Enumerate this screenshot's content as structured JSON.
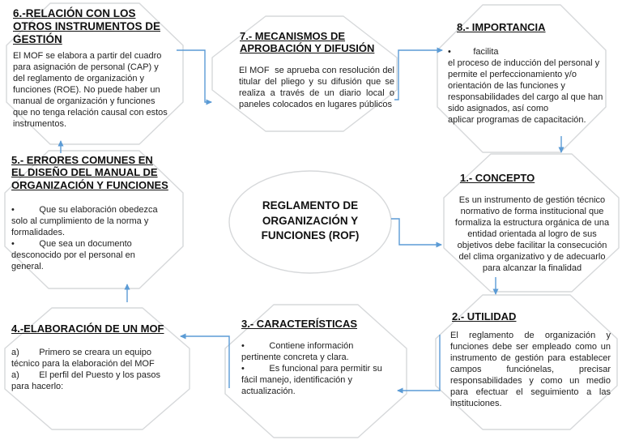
{
  "colors": {
    "arrow": "#5b9bd5",
    "shape_border": "#d6d8da",
    "background": "#ffffff",
    "text": "#1f1f1f"
  },
  "center": {
    "label": "REGLAMENTO DE\nORGANIZACIÓN Y\nFUNCIONES (ROF)"
  },
  "nodes": {
    "concepto": {
      "title": "1.- CONCEPTO",
      "body": "Es un instrumento de gestión técnico\nnormativo de forma institucional que\nformaliza la estructura orgánica de una\nentidad orientada al logro de sus\nobjetivos debe facilitar la consecución\ndel clima organizativo y de adecuarlo\npara alcanzar la finalidad"
    },
    "utilidad": {
      "title": "2.- UTILIDAD",
      "body": "El reglamento de organización y funciones debe ser empleado como un instrumento de gestión para establecer campos funciónelas, precisar responsabilidades y como un medio para efectuar el seguimiento a las instituciones."
    },
    "caracteristicas": {
      "title": "3.- CARACTERÍSTICAS",
      "body": "•          Contiene información\npertinente concreta y clara.\n•          Es funcional para permitir su\nfácil manejo, identificación y\nactualización."
    },
    "elaboracion": {
      "title": "4.-ELABORACIÓN DE UN MOF",
      "body": "a)        Primero se creara un equipo\ntécnico para la elaboración del MOF\na)        El perfil del Puesto y los pasos\npara hacerlo:"
    },
    "errores": {
      "title": "5.- ERRORES COMUNES EN\nEL DISEÑO DEL MANUAL DE\nORGANIZACIÓN Y FUNCIONES",
      "body": "•          Que su elaboración obedezca\nsolo al cumplimiento de la norma y\nformalidades.\n•          Que sea un documento\ndesconocido por el personal en\ngeneral."
    },
    "relacion": {
      "title": "6.-RELACIÓN CON LOS\nOTROS INSTRUMENTOS DE\nGESTIÓN",
      "body": "El MOF se elabora a partir del cuadro\npara asignación de personal (CAP) y\ndel reglamento de organización y\nfunciones (ROE). No puede haber un\nmanual de organización y funciones\nque no tenga relación causal con estos\ninstrumentos."
    },
    "mecanismos": {
      "title": "7.- MECANISMOS DE\nAPROBACIÓN Y DIFUSIÓN",
      "body": "El MOF  se aprueba con resolución del titular del pliego y su difusión que se realiza a través de un diario local o paneles colocados en lugares públicos"
    },
    "importancia": {
      "title": "8.- IMPORTANCIA",
      "body": "•         facilita\nel proceso de inducción del personal y\npermite el perfeccionamiento y/o\norientación de las funciones y\nresponsabilidades del cargo al que han\nsido asignados, así como\naplicar programas de capacitación."
    }
  }
}
